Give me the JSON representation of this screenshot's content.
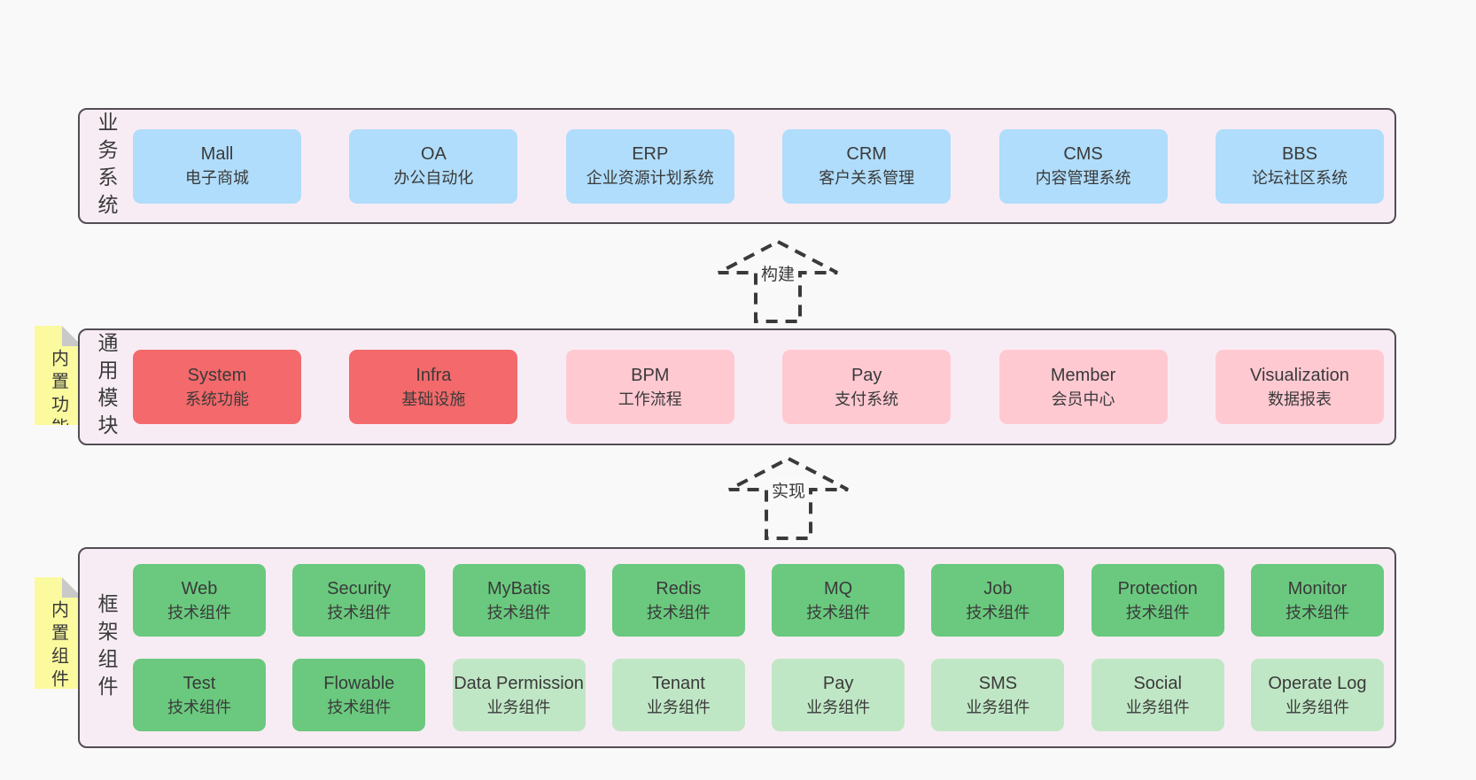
{
  "colors": {
    "page_bg": "#f9f9f9",
    "band_bg": "#f8ecf4",
    "band_border": "#524d55",
    "blue": "#b0ddfb",
    "red": "#f4696b",
    "pink": "#ffc9d2",
    "green_dark": "#6ac97e",
    "green_light": "#c0e7c5",
    "sticky_yellow": "#fbfa9e",
    "sticky_fold_gray": "#c9c9c9",
    "text": "#3a3a3a"
  },
  "arrows": {
    "build": "构建",
    "implement": "实现"
  },
  "band1": {
    "label": "业务系统",
    "boxes": [
      {
        "title": "Mall",
        "subtitle": "电子商城"
      },
      {
        "title": "OA",
        "subtitle": "办公自动化"
      },
      {
        "title": "ERP",
        "subtitle": "企业资源计划系统"
      },
      {
        "title": "CRM",
        "subtitle": "客户关系管理"
      },
      {
        "title": "CMS",
        "subtitle": "内容管理系统"
      },
      {
        "title": "BBS",
        "subtitle": "论坛社区系统"
      }
    ]
  },
  "band2": {
    "label": "通用模块",
    "sticky": "内置功能",
    "boxes": [
      {
        "title": "System",
        "subtitle": "系统功能"
      },
      {
        "title": "Infra",
        "subtitle": "基础设施"
      },
      {
        "title": "BPM",
        "subtitle": "工作流程"
      },
      {
        "title": "Pay",
        "subtitle": "支付系统"
      },
      {
        "title": "Member",
        "subtitle": "会员中心"
      },
      {
        "title": "Visualization",
        "subtitle": "数据报表"
      }
    ]
  },
  "band3": {
    "label": "框架组件",
    "sticky": "内置组件",
    "row1": [
      {
        "title": "Web",
        "subtitle": "技术组件"
      },
      {
        "title": "Security",
        "subtitle": "技术组件"
      },
      {
        "title": "MyBatis",
        "subtitle": "技术组件"
      },
      {
        "title": "Redis",
        "subtitle": "技术组件"
      },
      {
        "title": "MQ",
        "subtitle": "技术组件"
      },
      {
        "title": "Job",
        "subtitle": "技术组件"
      },
      {
        "title": "Protection",
        "subtitle": "技术组件"
      },
      {
        "title": "Monitor",
        "subtitle": "技术组件"
      }
    ],
    "row2": [
      {
        "title": "Test",
        "subtitle": "技术组件"
      },
      {
        "title": "Flowable",
        "subtitle": "技术组件"
      },
      {
        "title": "Data Permission",
        "subtitle": "业务组件"
      },
      {
        "title": "Tenant",
        "subtitle": "业务组件"
      },
      {
        "title": "Pay",
        "subtitle": "业务组件"
      },
      {
        "title": "SMS",
        "subtitle": "业务组件"
      },
      {
        "title": "Social",
        "subtitle": "业务组件"
      },
      {
        "title": "Operate Log",
        "subtitle": "业务组件"
      }
    ]
  }
}
